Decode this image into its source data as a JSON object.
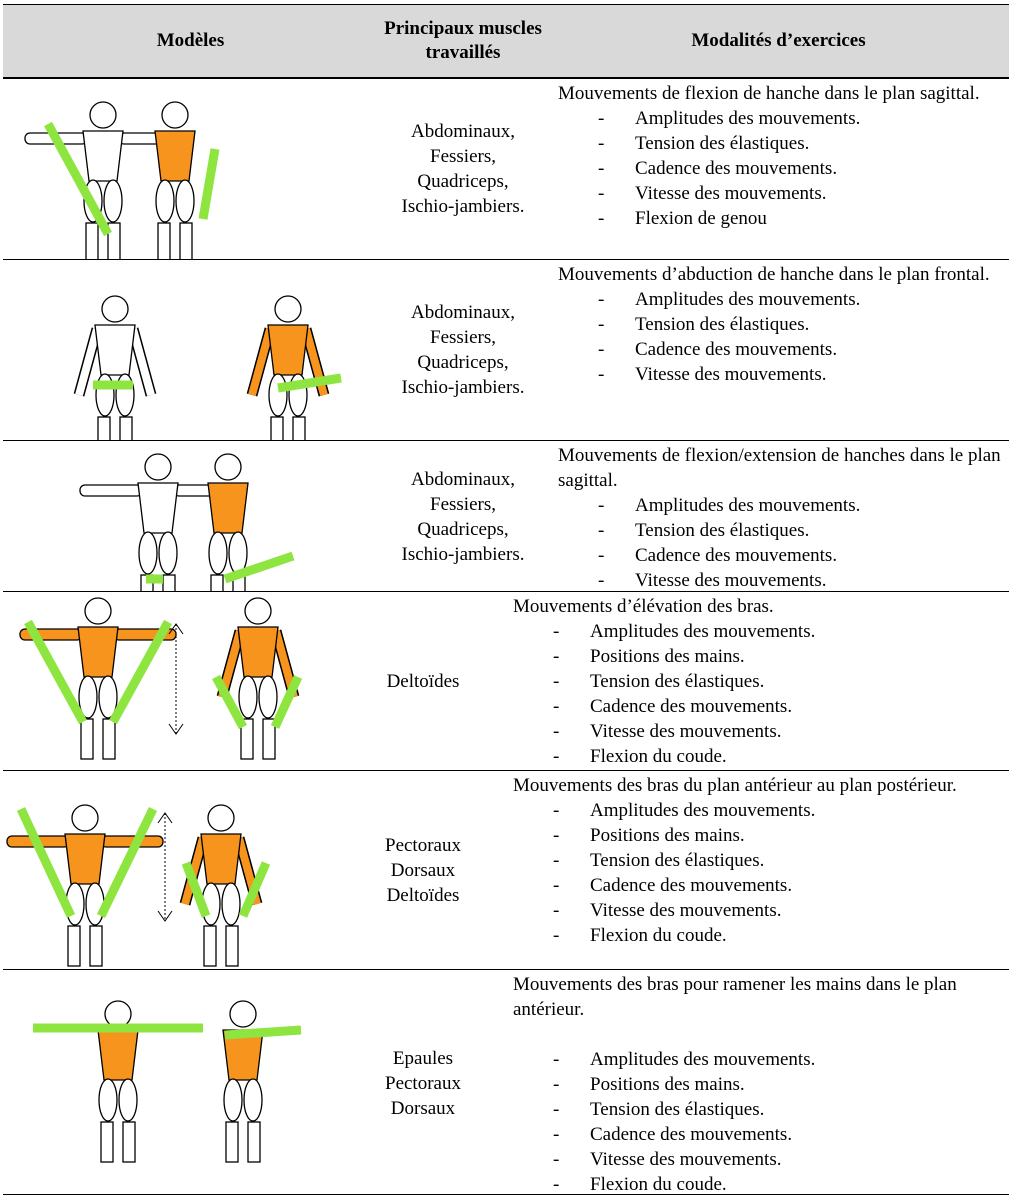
{
  "header": {
    "models": "Modèles",
    "muscles": "Principaux muscles travaillés",
    "modalities": "Modalités d’exercices"
  },
  "colors": {
    "orange": "#f7941d",
    "green": "#8ee53f",
    "header_bg": "#d9d9d9"
  },
  "rows": [
    {
      "muscles": [
        "Abdominaux,",
        "Fessiers,",
        "Quadriceps,",
        "Ischio-jambiers."
      ],
      "intro": "Mouvements de flexion de hanche dans le plan sagittal.",
      "items": [
        "Amplitudes des mouvements.",
        "Tension des élastiques.",
        "Cadence des mouvements.",
        "Vitesse des mouvements.",
        "Flexion de genou"
      ]
    },
    {
      "muscles": [
        "Abdominaux,",
        "Fessiers,",
        "Quadriceps,",
        "Ischio-jambiers."
      ],
      "intro": "Mouvements d’abduction de hanche dans le plan frontal.",
      "items": [
        "Amplitudes des mouvements.",
        "Tension des élastiques.",
        "Cadence des mouvements.",
        "Vitesse des mouvements."
      ]
    },
    {
      "muscles": [
        "Abdominaux,",
        "Fessiers,",
        "Quadriceps,",
        "Ischio-jambiers."
      ],
      "intro": "Mouvements de flexion/extension de hanches dans le plan sagittal.",
      "items": [
        "Amplitudes des mouvements.",
        "Tension des élastiques.",
        "Cadence des mouvements.",
        "Vitesse des mouvements."
      ]
    },
    {
      "muscles": [
        "Deltoïdes"
      ],
      "intro": "Mouvements d’élévation des bras.",
      "items": [
        "Amplitudes des mouvements.",
        "Positions des mains.",
        "Tension des élastiques.",
        "Cadence des mouvements.",
        "Vitesse des mouvements.",
        "Flexion du coude."
      ]
    },
    {
      "muscles": [
        "Pectoraux",
        "Dorsaux",
        "Deltoïdes"
      ],
      "intro": "Mouvements des bras du plan antérieur au plan postérieur.",
      "items": [
        "Amplitudes des mouvements.",
        "Positions des mains.",
        "Tension des élastiques.",
        "Cadence des mouvements.",
        "Vitesse des mouvements.",
        "Flexion du coude."
      ]
    },
    {
      "muscles": [
        "Epaules",
        "Pectoraux",
        "Dorsaux"
      ],
      "intro": "Mouvements des bras pour ramener les mains dans le plan antérieur.",
      "items": [
        "Amplitudes des mouvements.",
        "Positions des mains.",
        "Tension des élastiques.",
        "Cadence des mouvements.",
        "Vitesse des mouvements.",
        "Flexion du coude."
      ]
    }
  ]
}
